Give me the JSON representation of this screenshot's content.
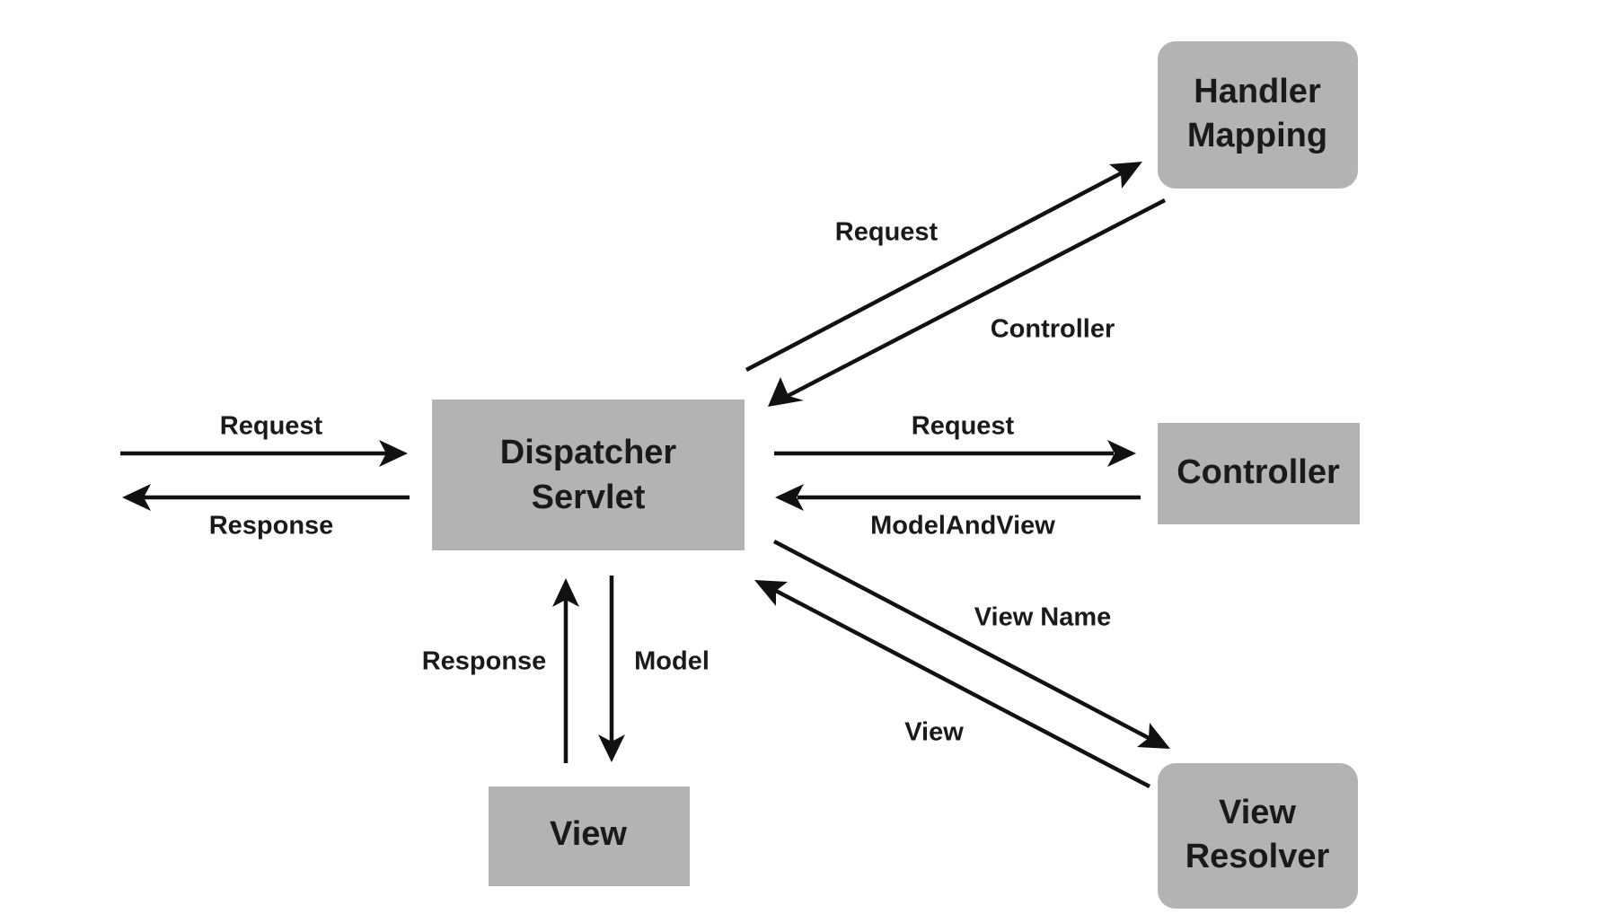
{
  "colors": {
    "node_fill": "#b3b3b3",
    "text": "#1a1a1a",
    "arrow": "#111111",
    "background": "#ffffff"
  },
  "nodes": {
    "dispatcher": {
      "line1": "Dispatcher",
      "line2": "Servlet"
    },
    "handler_mapping": {
      "line1": "Handler",
      "line2": "Mapping"
    },
    "controller": {
      "label": "Controller"
    },
    "view_resolver": {
      "line1": "View",
      "line2": "Resolver"
    },
    "view": {
      "label": "View"
    }
  },
  "edges": {
    "client_request": "Request",
    "client_response": "Response",
    "to_handler_request": "Request",
    "from_handler_controller": "Controller",
    "to_controller_request": "Request",
    "from_controller_modelandview": "ModelAndView",
    "to_resolver_viewname": "View Name",
    "from_resolver_view": "View",
    "to_view_model": "Model",
    "from_view_response": "Response"
  }
}
